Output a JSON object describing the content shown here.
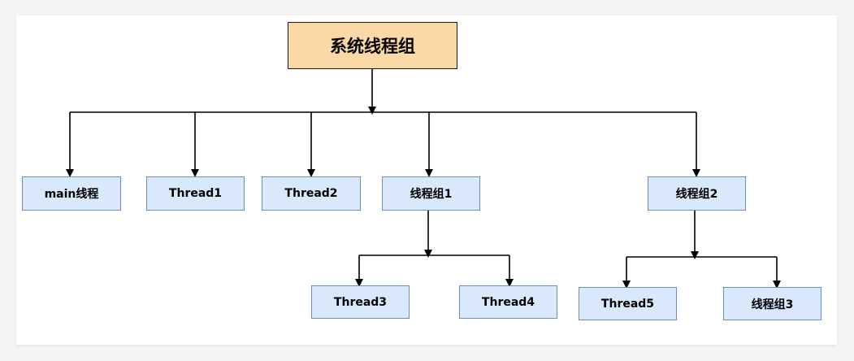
{
  "diagram": {
    "root": {
      "label": "系统线程组"
    },
    "level1": [
      {
        "label": "main线程"
      },
      {
        "label": "Thread1"
      },
      {
        "label": "Thread2"
      },
      {
        "label": "线程组1"
      },
      {
        "label": "线程组2"
      }
    ],
    "level2": [
      {
        "label": "Thread3"
      },
      {
        "label": "Thread4"
      },
      {
        "label": "Thread5"
      },
      {
        "label": "线程组3"
      }
    ]
  }
}
